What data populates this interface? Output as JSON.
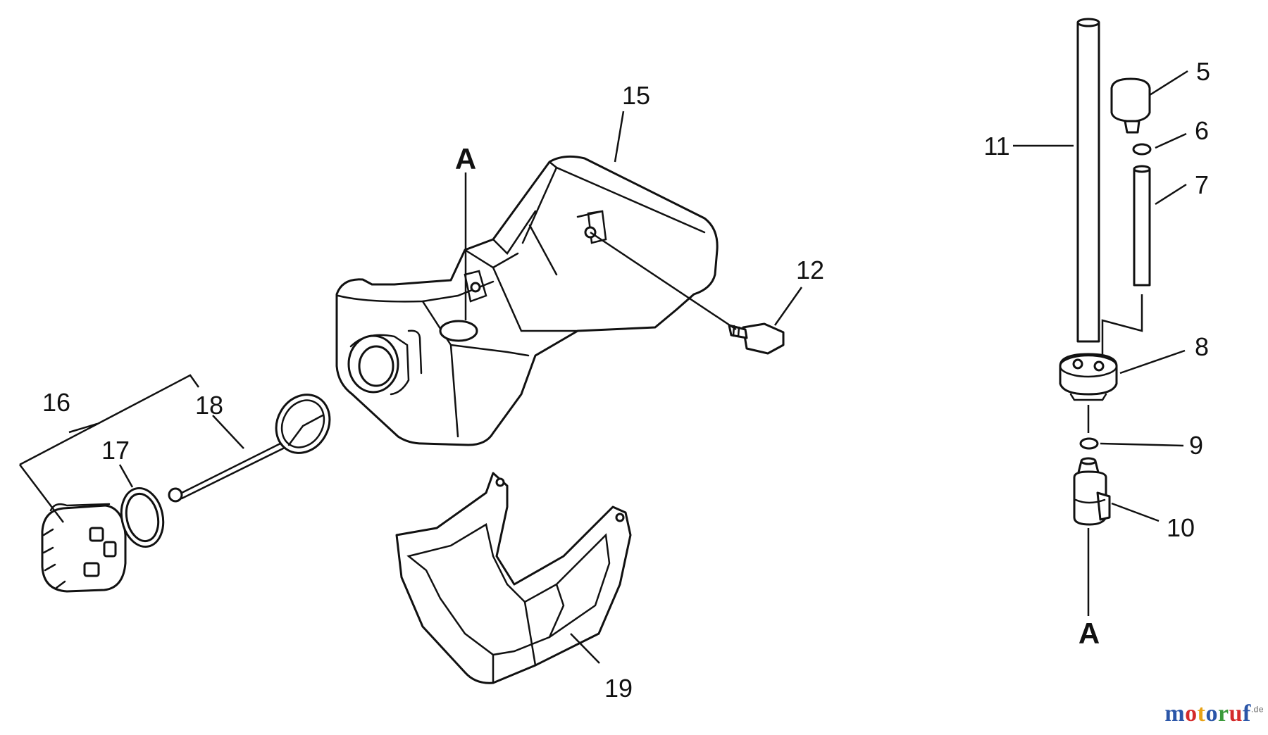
{
  "diagram": {
    "labels": {
      "p5": "5",
      "p6": "6",
      "p7": "7",
      "p8": "8",
      "p9": "9",
      "p10": "10",
      "p11": "11",
      "p12": "12",
      "p15": "15",
      "p16": "16",
      "p17": "17",
      "p18": "18",
      "p19": "19",
      "ref_top": "A",
      "ref_bottom": "A"
    }
  },
  "watermark": {
    "letters": [
      "m",
      "o",
      "t",
      "o",
      "r",
      "u",
      "f"
    ],
    "colors": [
      "#2b56a8",
      "#d42b2b",
      "#e8a317",
      "#2b56a8",
      "#3a9a3a",
      "#d42b2b",
      "#2b56a8"
    ],
    "suffix": ".de"
  }
}
